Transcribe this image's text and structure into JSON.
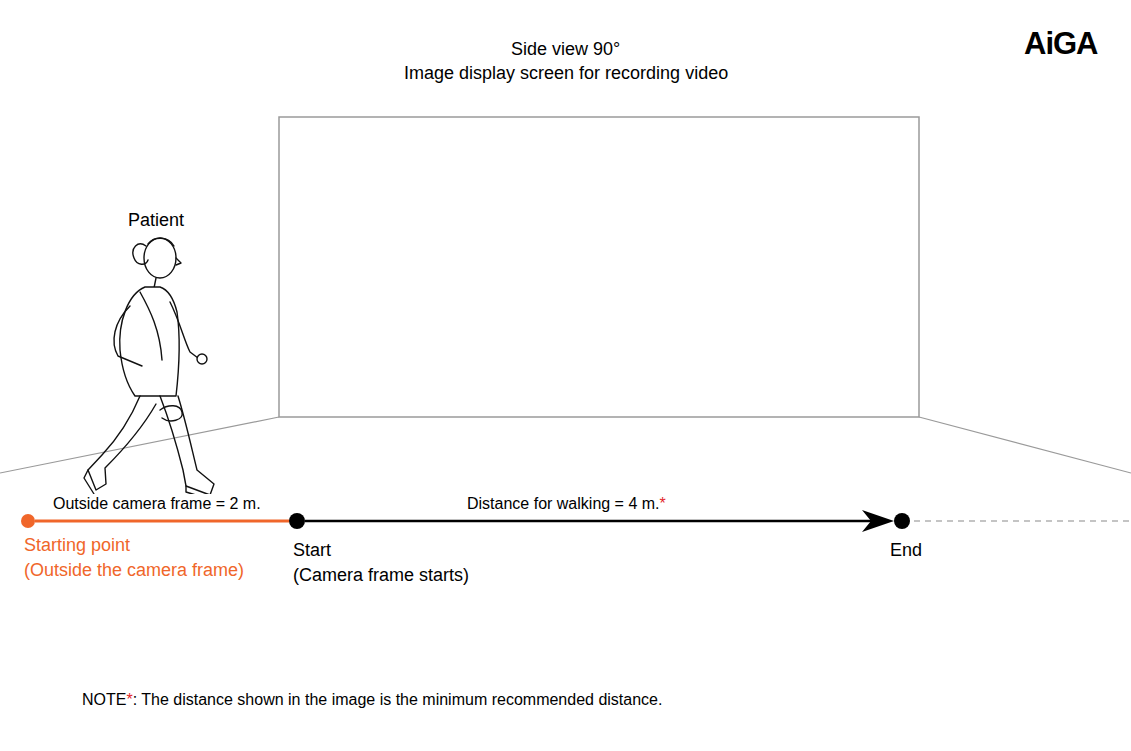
{
  "diagram": {
    "title": "Side view 90°",
    "nodes": [
      {
        "text": [
          "Starting point",
          "(Outside the camera frame)"
        ]
      },
      {
        "text": [
          "Start",
          "(Camera frame starts)"
        ]
      },
      {
        "text": [
          "End"
        ]
      }
    ],
    "edges": [
      {
        "from": 0,
        "to": 1,
        "arrow": "none",
        "label": "Outside camera frame = 2 m."
      },
      {
        "from": 1,
        "to": 2,
        "arrow": "to",
        "label": "Distance for walking = 4 m.*"
      }
    ],
    "labels": [
      "Image display screen for recording video",
      "Patient",
      "AiGA",
      "NOTE*: The distance shown in the image is the minimum recommended distance."
    ]
  }
}
